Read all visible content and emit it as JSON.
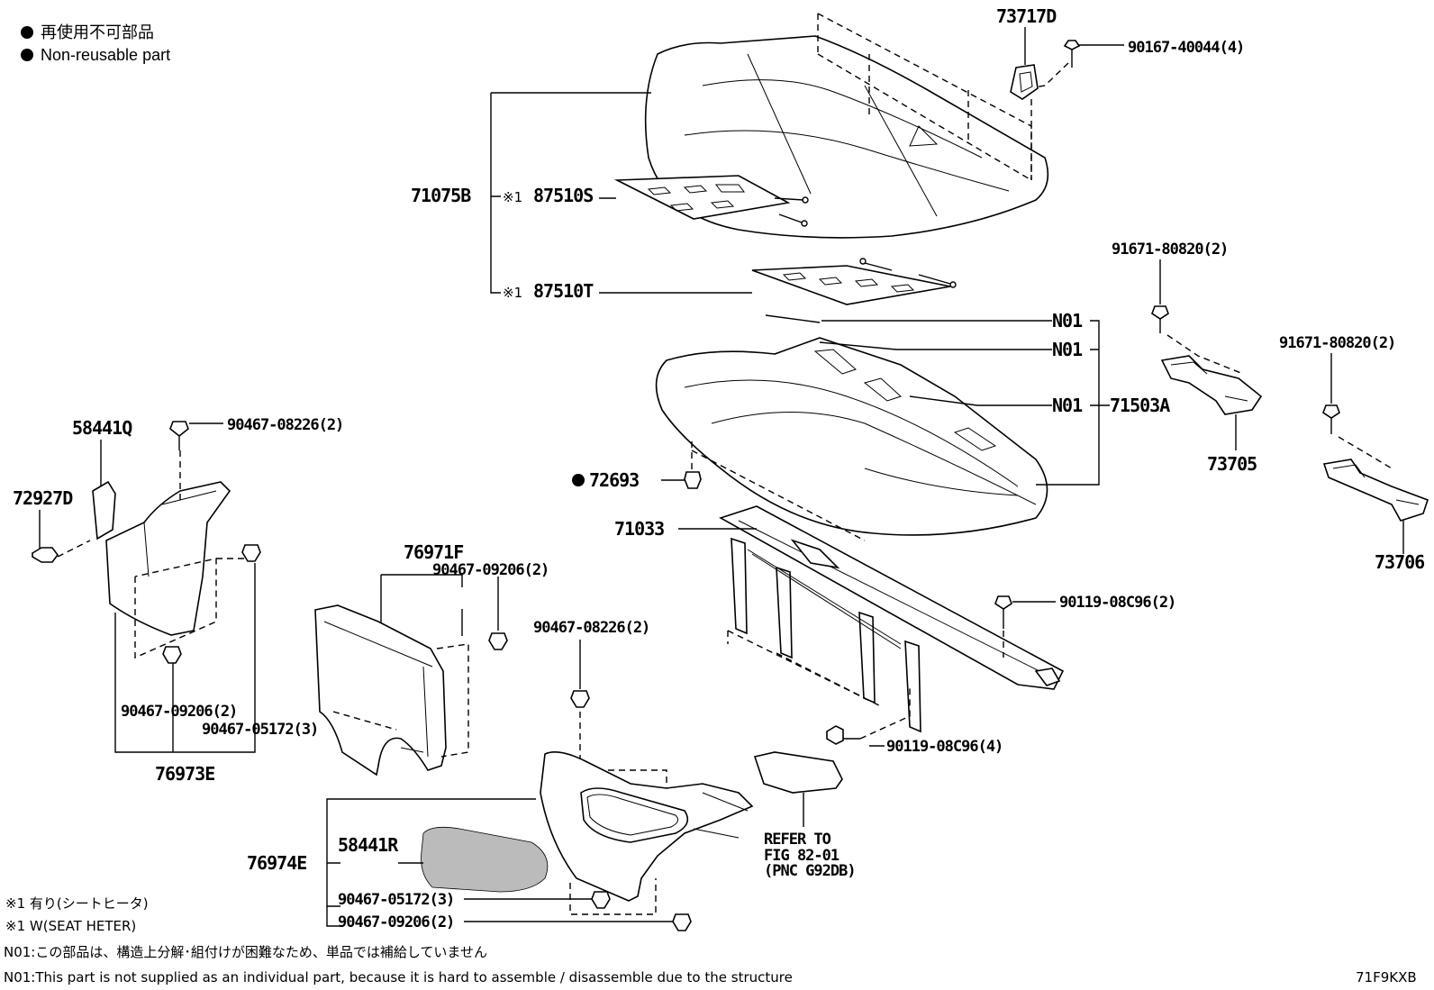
{
  "legend": {
    "jp": "再使用不可部品",
    "en": "Non-reusable part"
  },
  "labels": {
    "p73717D": "73717D",
    "p90167": "90167-40044(4)",
    "p71075B": "71075B",
    "p87510S": "87510S",
    "p87510T": "87510T",
    "mark1": "※1",
    "mark2": "※1",
    "p91671a": "91671-80820(2)",
    "p91671b": "91671-80820(2)",
    "pN01a": "N01",
    "pN01b": "N01",
    "pN01c": "N01",
    "p71503A": "71503A",
    "p73705": "73705",
    "p73706": "73706",
    "p72693": "72693",
    "p71033": "71033",
    "p58441Q": "58441Q",
    "p90467_08226a": "90467-08226(2)",
    "p72927D": "72927D",
    "p76971F": "76971F",
    "p90467_09206a": "90467-09206(2)",
    "p90467_08226b": "90467-08226(2)",
    "p90119a": "90119-08C96(2)",
    "p90119b": "90119-08C96(4)",
    "p90467_09206b": "90467-09206(2)",
    "p90467_05172a": "90467-05172(3)",
    "p76973E": "76973E",
    "p76974E": "76974E",
    "p58441R": "58441R",
    "p90467_05172b": "90467-05172(3)",
    "p90467_09206c": "90467-09206(2)",
    "refer1": "REFER TO",
    "refer2": "FIG 82-01",
    "refer3": "(PNC G92DB)"
  },
  "notes": {
    "n1": "※1 有り(シートヒータ)",
    "n2": "※1 W(SEAT HETER)",
    "n3": "N01:この部品は、構造上分解･組付けが困難なため、単品では補給していません",
    "n4": "N01:This part is not supplied as an individual part, because it is hard to assemble / disassemble due to the structure"
  },
  "figure_code": "71F9KXB"
}
